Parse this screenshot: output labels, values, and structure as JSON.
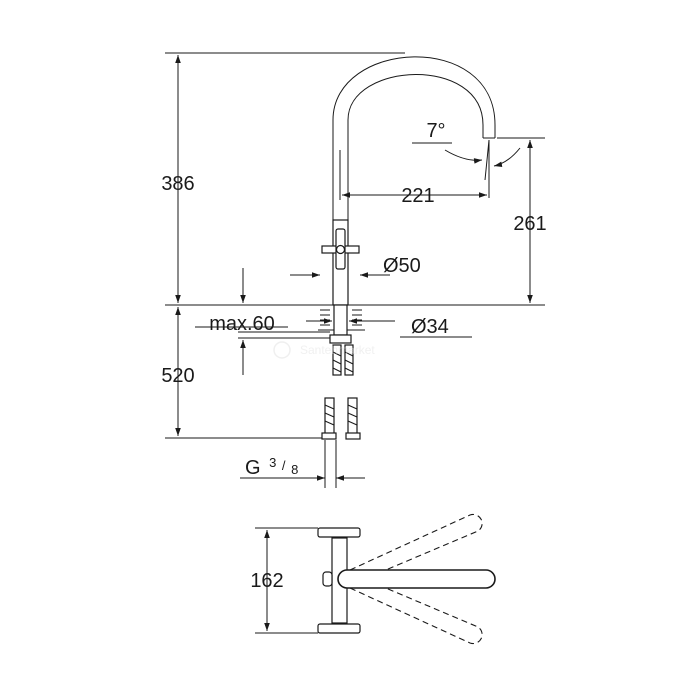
{
  "dimensions": {
    "total_height": "386",
    "spout_reach": "221",
    "spout_height": "261",
    "spout_angle": "7°",
    "handle_diameter": "Ø50",
    "mount_thickness": "max.60",
    "base_diameter": "Ø34",
    "below_deck": "520",
    "thread_prefix": "G",
    "thread_num": "3",
    "thread_den": "8",
    "top_view_width": "162"
  },
  "colors": {
    "line": "#1a1a1a",
    "background": "#ffffff"
  }
}
